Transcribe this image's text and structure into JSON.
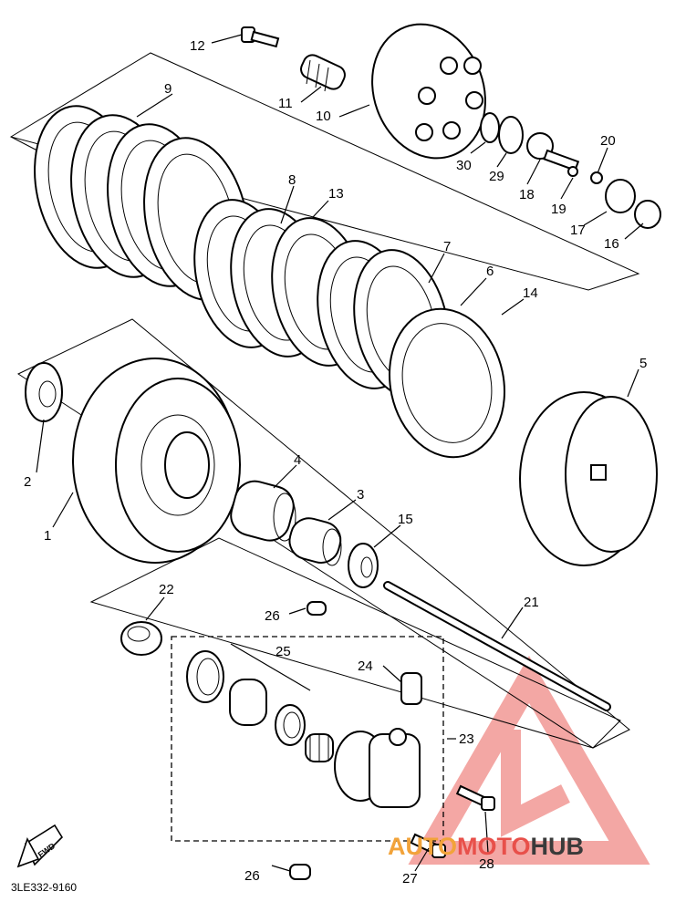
{
  "diagram": {
    "callouts": {
      "p1": "1",
      "p2": "2",
      "p3": "3",
      "p4": "4",
      "p5": "5",
      "p6": "6",
      "p7": "7",
      "p8": "8",
      "p9": "9",
      "p10": "10",
      "p11": "11",
      "p12": "12",
      "p13": "13",
      "p14": "14",
      "p15": "15",
      "p16": "16",
      "p17": "17",
      "p18": "18",
      "p19": "19",
      "p20": "20",
      "p21": "21",
      "p22": "22",
      "p23": "23",
      "p24": "24",
      "p25": "25",
      "p26a": "26",
      "p26b": "26",
      "p27": "27",
      "p28": "28",
      "p29": "29",
      "p30": "30"
    },
    "fwd_label": "FWD",
    "diagram_code": "3LE332-9160"
  },
  "watermark": {
    "part1": "AUTO",
    "part2": "MOTO",
    "part3": "HUB",
    "colors": {
      "red": "#e8504a",
      "orange": "#f2a33a",
      "dark": "#3a3a3a",
      "triangle": "#f08a86"
    }
  }
}
